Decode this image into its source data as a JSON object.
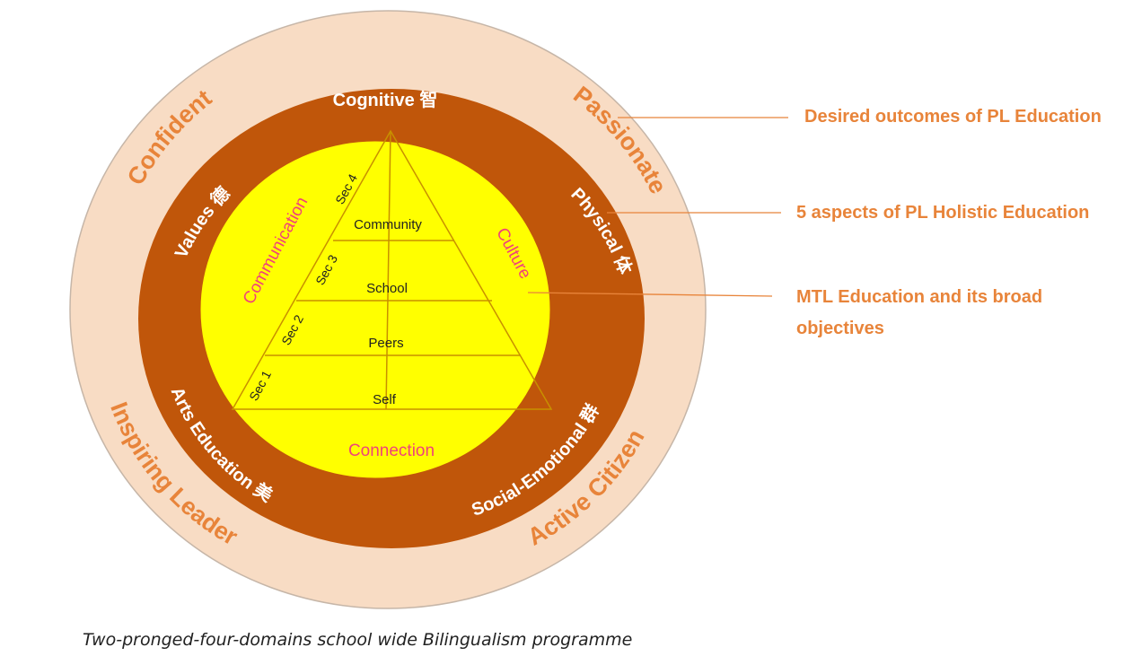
{
  "diagram": {
    "outcomes": [
      "Confident",
      "Passionate",
      "Inspiring Leader",
      "Active Citizen"
    ],
    "aspects": {
      "cognitive": "Cognitive 智",
      "values": "Values 德",
      "physical": "Physical 体",
      "arts": "Arts Education 美",
      "social": "Social-Emotional 群"
    },
    "mtl": {
      "communication": "Communication",
      "culture": "Culture",
      "connection": "Connection"
    },
    "levels": [
      "Community",
      "School",
      "Peers",
      "Self"
    ],
    "secs": [
      "Sec 4",
      "Sec 3",
      "Sec 2",
      "Sec 1"
    ],
    "colors": {
      "outer_ring": "#f8dcc4",
      "middle_ring": "#c0560a",
      "inner_disc": "#ffff00",
      "outcome_text": "#e8843a",
      "mtl_text": "#f0427a"
    }
  },
  "callouts": {
    "outcomes": "Desired outcomes of PL Education",
    "aspects": "5 aspects of PL Holistic Education",
    "mtl_line1": "MTL Education and its broad",
    "mtl_line2": "objectives"
  },
  "caption": "Two-pronged-four-domains school wide Bilingualism programme"
}
